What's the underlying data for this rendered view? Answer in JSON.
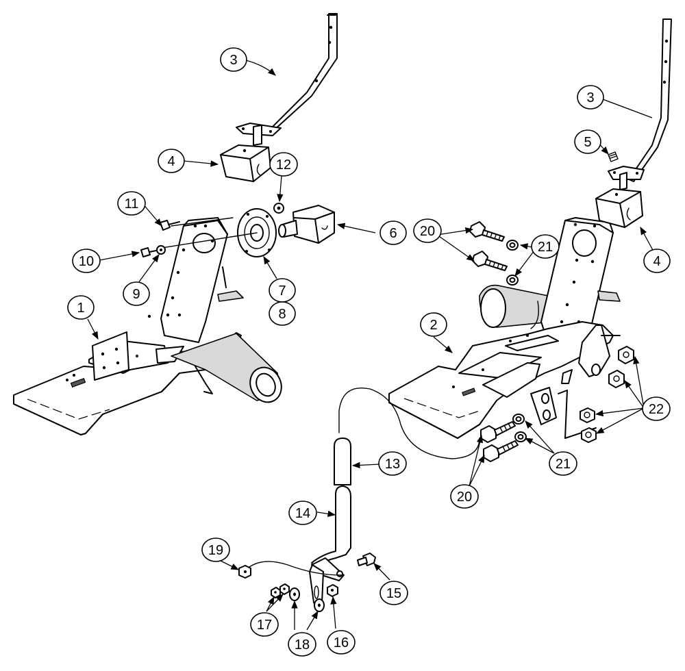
{
  "callouts": {
    "c1": "1",
    "c2": "2",
    "c3a": "3",
    "c3b": "3",
    "c4a": "4",
    "c4b": "4",
    "c5": "5",
    "c6": "6",
    "c7": "7",
    "c8": "8",
    "c9": "9",
    "c10": "10",
    "c11": "11",
    "c12": "12",
    "c13": "13",
    "c14": "14",
    "c15": "15",
    "c16": "16",
    "c17": "17",
    "c18": "18",
    "c19": "19",
    "c20a": "20",
    "c20b": "20",
    "c21a": "21",
    "c21b": "21",
    "c22": "22"
  }
}
